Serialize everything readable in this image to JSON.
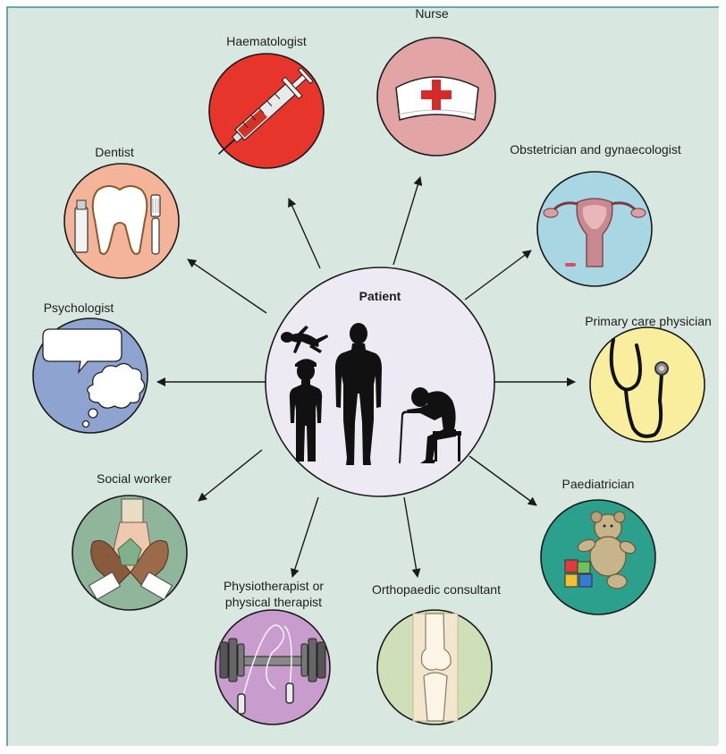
{
  "center": {
    "title": "Patient",
    "fill": "#eeeaf3",
    "figures": [
      "infant-silhouette",
      "child-silhouette",
      "adult-silhouette",
      "elderly-with-cane-silhouette"
    ]
  },
  "colors": {
    "background": "#d9e7e1",
    "frame_border": "#3a8fa0",
    "text": "#1e1e1e"
  },
  "specialists": [
    {
      "id": "haematologist",
      "label_lines": [
        "Haematologist"
      ],
      "icon": "syringe-icon",
      "color": "#e8352b"
    },
    {
      "id": "nurse",
      "label_lines": [
        "Nurse"
      ],
      "icon": "nurse-cap-icon",
      "color": "#e3a4a5"
    },
    {
      "id": "obstetrician",
      "label_lines": [
        "Obstetrician and gynaecologist"
      ],
      "icon": "uterus-icon",
      "color": "#a8d6e3"
    },
    {
      "id": "primary-care",
      "label_lines": [
        "Primary care physician"
      ],
      "icon": "stethoscope-icon",
      "color": "#f8ee9e"
    },
    {
      "id": "paediatrician",
      "label_lines": [
        "Paediatrician"
      ],
      "icon": "teddy-bear-icon",
      "color": "#2aa08d"
    },
    {
      "id": "orthopaedic",
      "label_lines": [
        "Orthopaedic consultant"
      ],
      "icon": "knee-joint-icon",
      "color": "#cfe0b8"
    },
    {
      "id": "physiotherapist",
      "label_lines": [
        "Physiotherapist or",
        "physical therapist"
      ],
      "icon": "dumbbell-icon",
      "color": "#c89ccd"
    },
    {
      "id": "social-worker",
      "label_lines": [
        "Social worker"
      ],
      "icon": "helping-hands-icon",
      "color": "#8fb69a"
    },
    {
      "id": "psychologist",
      "label_lines": [
        "Psychologist"
      ],
      "icon": "thought-bubble-icon",
      "color": "#8ea3cf"
    },
    {
      "id": "dentist",
      "label_lines": [
        "Dentist"
      ],
      "icon": "tooth-icon",
      "color": "#f4b49a"
    }
  ]
}
